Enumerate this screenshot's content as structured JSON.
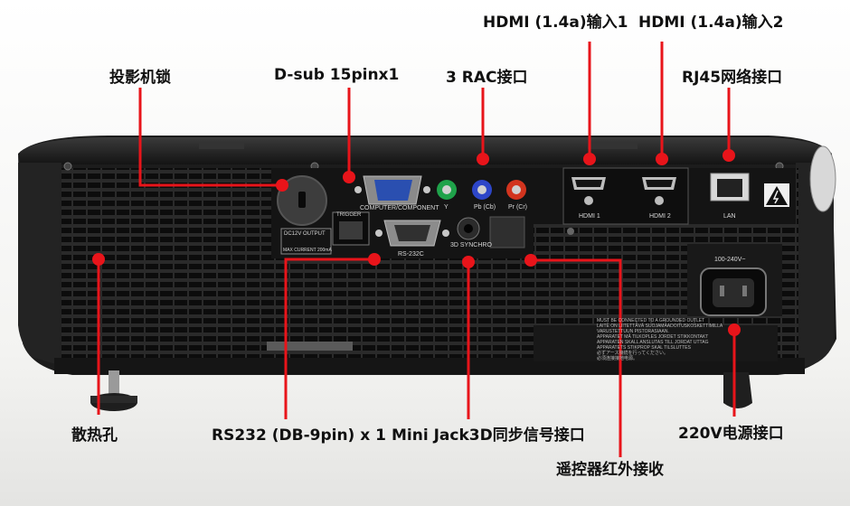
{
  "labels": {
    "lock": "投影机锁",
    "dsub": "D-sub 15pinx1",
    "rca": "3 RAC接口",
    "hdmi1": "HDMI (1.4a)输入1",
    "hdmi2": "HDMI (1.4a)输入2",
    "rj45": "RJ45网络接口",
    "vent": "散热孔",
    "rs232": "RS232 (DB-9pin) x 1",
    "minijack": "Mini Jack3D同步信号接口",
    "ir": "遥控器红外接收",
    "power": "220V电源接口"
  },
  "panel": {
    "computer": "COMPUTER/COMPONENT",
    "trigger": "TRIGGER",
    "dc12v": "DC12V OUTPUT",
    "max_current": "MAX CURRENT 200mA",
    "rs232c": "RS-232C",
    "synchro": "3D SYNCHRO",
    "y": "Y",
    "pb": "Pb (Cb)",
    "pr": "Pr (Cr)",
    "hdmi1": "HDMI 1",
    "hdmi2": "HDMI 2",
    "lan": "LAN",
    "power_rating": "100-240V~",
    "warning_lines": [
      "MUST BE CONNECTED TO A GROUNDED OUTLET",
      "LAITE ON LIITETTÄVÄ SUOJAMAADOITUSKOSKETTIMILLA",
      "VARUSTETTUUN PISTORASIAAN.",
      "APPARATET MÅ TILKOPLES JORDET STIKKONTAKT",
      "APPARATEN SKALL ANSLUTAS TILL JORDAT UTTAG",
      "APPARATETS STIKPROP SKAL TILSLUTTES",
      "必ずアース接続を行ってください。",
      "必须连接接地电源。"
    ]
  },
  "colors": {
    "callout": "#e8141a",
    "body": "#1e1e1e",
    "ground": "#ececea"
  }
}
